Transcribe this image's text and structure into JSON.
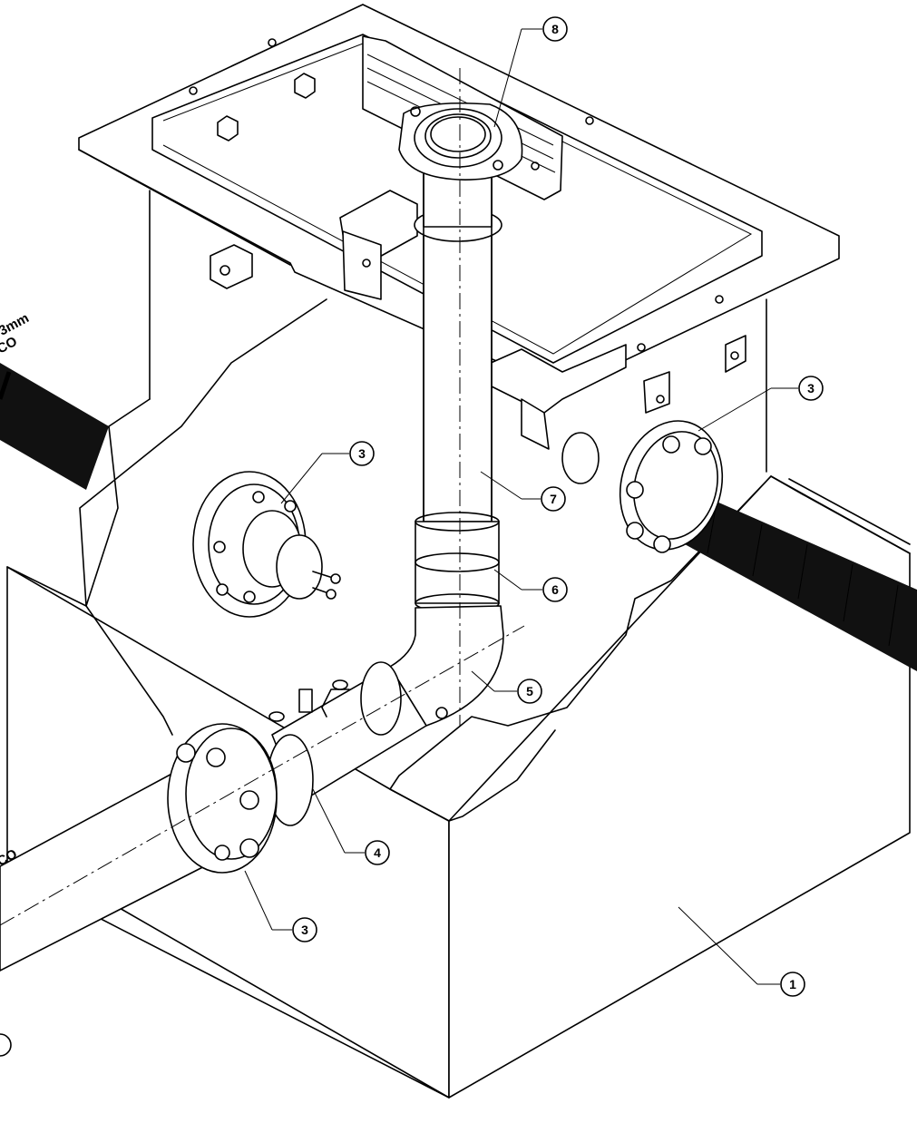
{
  "callouts": [
    {
      "id": "1",
      "label": "1"
    },
    {
      "id": "3a",
      "label": "3"
    },
    {
      "id": "3b",
      "label": "3"
    },
    {
      "id": "3c",
      "label": "3"
    },
    {
      "id": "4",
      "label": "4"
    },
    {
      "id": "5",
      "label": "5"
    },
    {
      "id": "6",
      "label": "6"
    },
    {
      "id": "7",
      "label": "7"
    },
    {
      "id": "8",
      "label": "8"
    }
  ],
  "edge_text": {
    "top_left_line1": "3mm",
    "top_left_line2": "CO",
    "bottom_left": "CO"
  },
  "colors": {
    "stroke": "#000000",
    "background": "#ffffff",
    "conduit": "#111111"
  }
}
